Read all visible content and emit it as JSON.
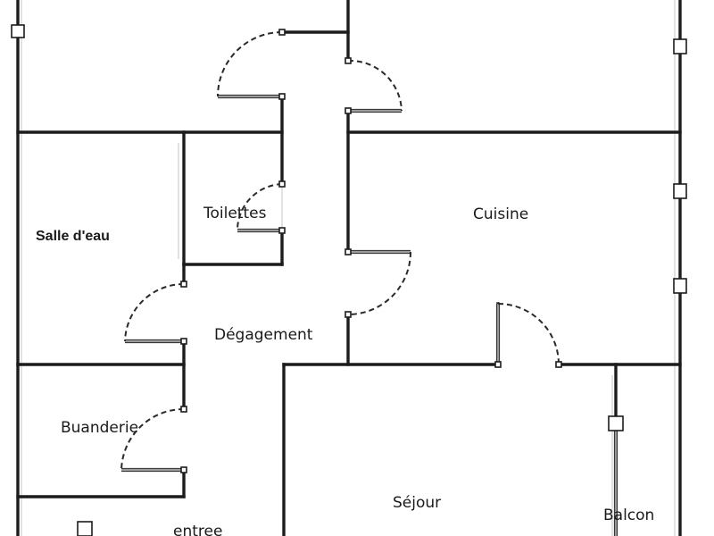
{
  "rooms": {
    "toilettes": "Toilettes",
    "salle_eau": "Salle d'eau",
    "cuisine": "Cuisine",
    "degagement": "Dégagement",
    "buanderie": "Buanderie",
    "sejour": "Séjour",
    "balcon": "Balcon",
    "entree": "entree"
  }
}
